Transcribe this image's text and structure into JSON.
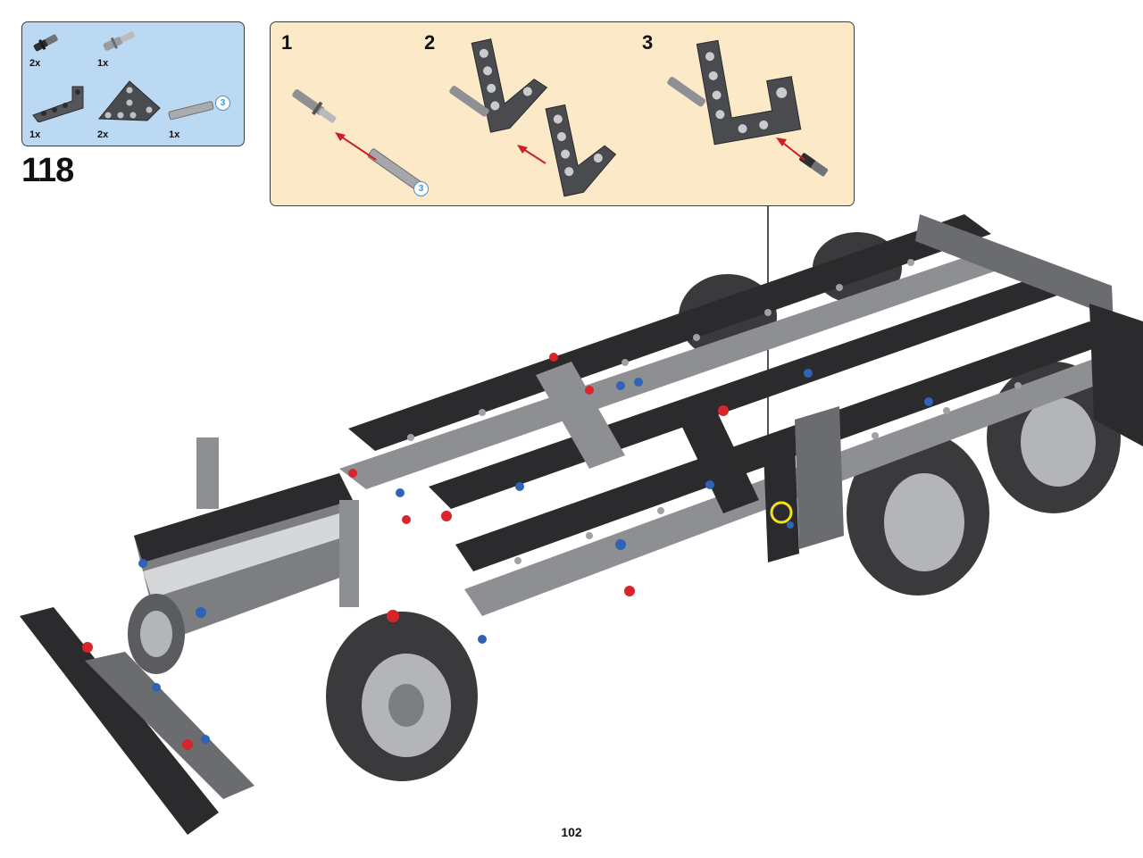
{
  "parts_list": {
    "items": [
      {
        "qty": "2x",
        "part": "axle-pin-icon"
      },
      {
        "qty": "1x",
        "part": "pin-with-axle-icon"
      },
      {
        "qty": "1x",
        "part": "angled-beam-icon"
      },
      {
        "qty": "2x",
        "part": "triangle-beam-icon"
      },
      {
        "qty": "1x",
        "part": "axle-3-icon",
        "length_badge": "3"
      }
    ]
  },
  "step": {
    "number": "118"
  },
  "callout": {
    "substeps": [
      {
        "number": "1",
        "length_badge": "3"
      },
      {
        "number": "2"
      },
      {
        "number": "3"
      }
    ]
  },
  "page": {
    "number": "102"
  },
  "colors": {
    "parts_bg": "#bcd9f3",
    "callout_bg": "#fbe9c8",
    "beam_dark": "#2b2b2d",
    "beam_grey": "#8d8f93",
    "wheel_tire": "#3a3a3c",
    "pin_red": "#d8252a",
    "pin_blue": "#2f63b6",
    "highlight_ring": "#f2e21a",
    "arrow_red": "#cc1f27"
  }
}
